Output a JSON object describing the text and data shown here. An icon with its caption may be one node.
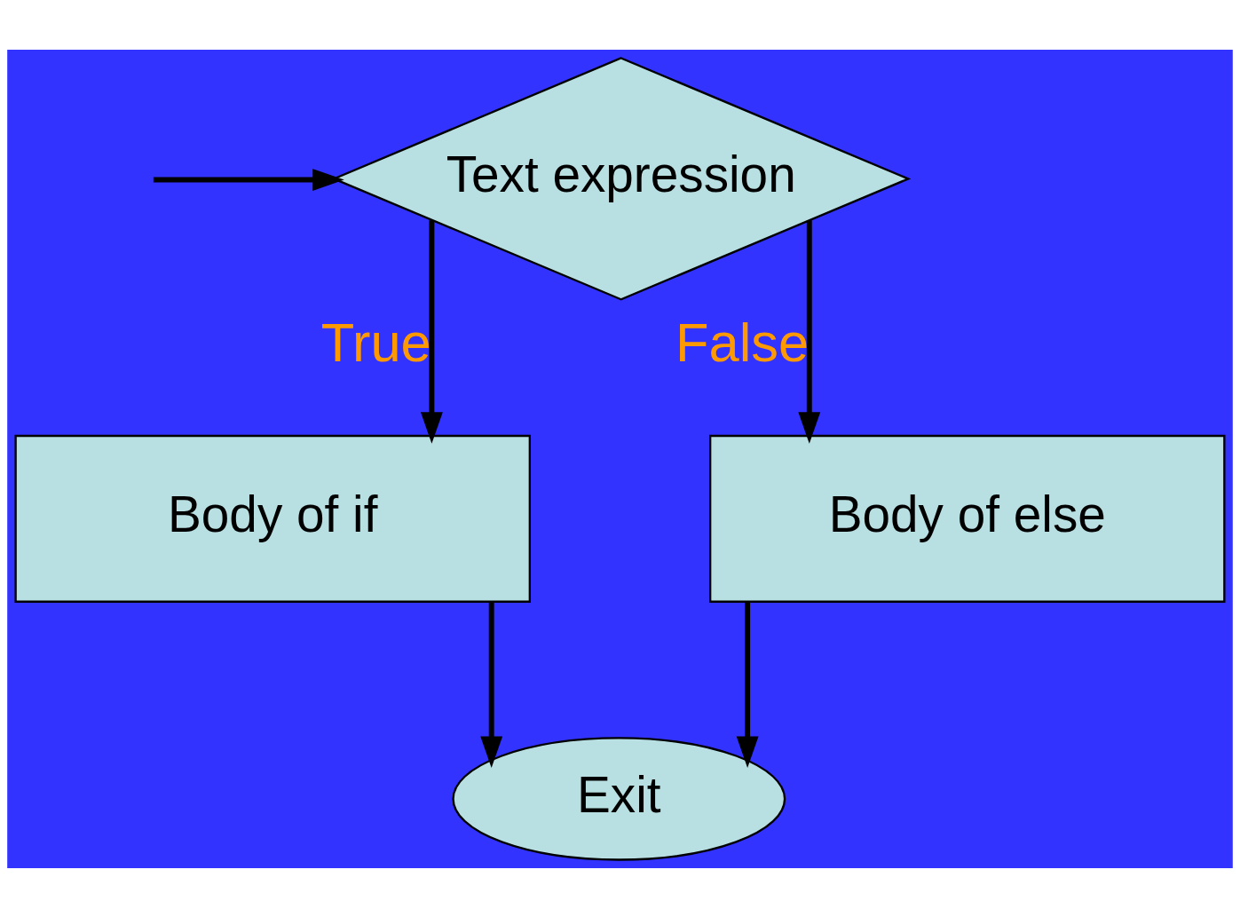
{
  "diagram": {
    "nodes": [
      {
        "text": [
          "Text expression"
        ]
      },
      {
        "text": [
          "Body of if"
        ]
      },
      {
        "text": [
          "Body of else"
        ]
      },
      {
        "text": [
          "Exit"
        ]
      }
    ],
    "edges": [
      {
        "from": null,
        "to": 0,
        "arrow": "to"
      },
      {
        "from": 0,
        "to": 1,
        "label": "True",
        "arrow": "to"
      },
      {
        "from": 0,
        "to": 2,
        "label": "False",
        "arrow": "to"
      },
      {
        "from": 1,
        "to": 3,
        "arrow": "to"
      },
      {
        "from": 2,
        "to": 3,
        "arrow": "to"
      }
    ]
  }
}
